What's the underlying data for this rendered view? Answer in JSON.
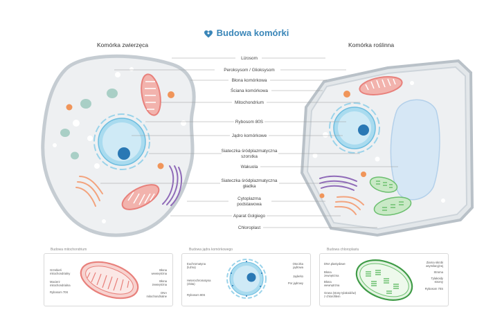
{
  "title": "Budowa komórki",
  "animal_cell_title": "Komórka zwierzęca",
  "plant_cell_title": "Komórka roślinna",
  "labels": [
    "Lizosom",
    "Peroksysom / Glioksysom",
    "Błona komórkowa",
    "Ściana komórkowa",
    "Mitochondrium",
    "Rybosom 80S",
    "Jądro komórkowe",
    "Siateczka śródplazmatyczna\nszorstka",
    "Wakuola",
    "Siateczka śródplazmatyczna\ngładka",
    "Cytoplazma\npodstawowa",
    "Aparat Golgiego",
    "Chloroplast"
  ],
  "panels": {
    "mitochondrium": {
      "title": "Budowa mitochondrium",
      "left_labels": [
        "Grzebień\nmitochondrialny",
        "Macierz\nmitochondrialna",
        "Rybosom 70S"
      ],
      "right_labels": [
        "Błona\nwewnętrzna",
        "Błona\nzewnętrzna",
        "DNA\nmitochondrialne"
      ]
    },
    "jadro": {
      "title": "Budowa jądra komórkowego",
      "left_labels": [
        "Euchromatyna\n(luźna)",
        "Heterochromatyna\n(zbita)",
        "Rybosom 80S"
      ],
      "right_labels": [
        "Otoczka\njądrowa",
        "Jąderko",
        "Por jądrowy"
      ]
    },
    "chloroplast": {
      "title": "Budowa chloroplastu",
      "left_labels": [
        "DNA plastydowe",
        "Błona\nzewnętrzna",
        "Błona\nwewnętrzna",
        "Grana (stosy tylakoidów)\nz chlorofilem"
      ],
      "right_labels": [
        "Ziarna skrobi\nasymilacyjnej",
        "Stroma",
        "Tylakoidy\nstromy",
        "Rybosom 70S"
      ]
    }
  },
  "colors": {
    "accent": "#3a86b8",
    "cytoplasm": "#eef0f2",
    "membrane": "#c5ccd2",
    "nucleus": "#8ccbe6",
    "mitochondria": "#e8807b",
    "chloroplast": "#6cbf6f",
    "vacuole": "#d6e7f5",
    "golgi": "#8f6ab8"
  }
}
